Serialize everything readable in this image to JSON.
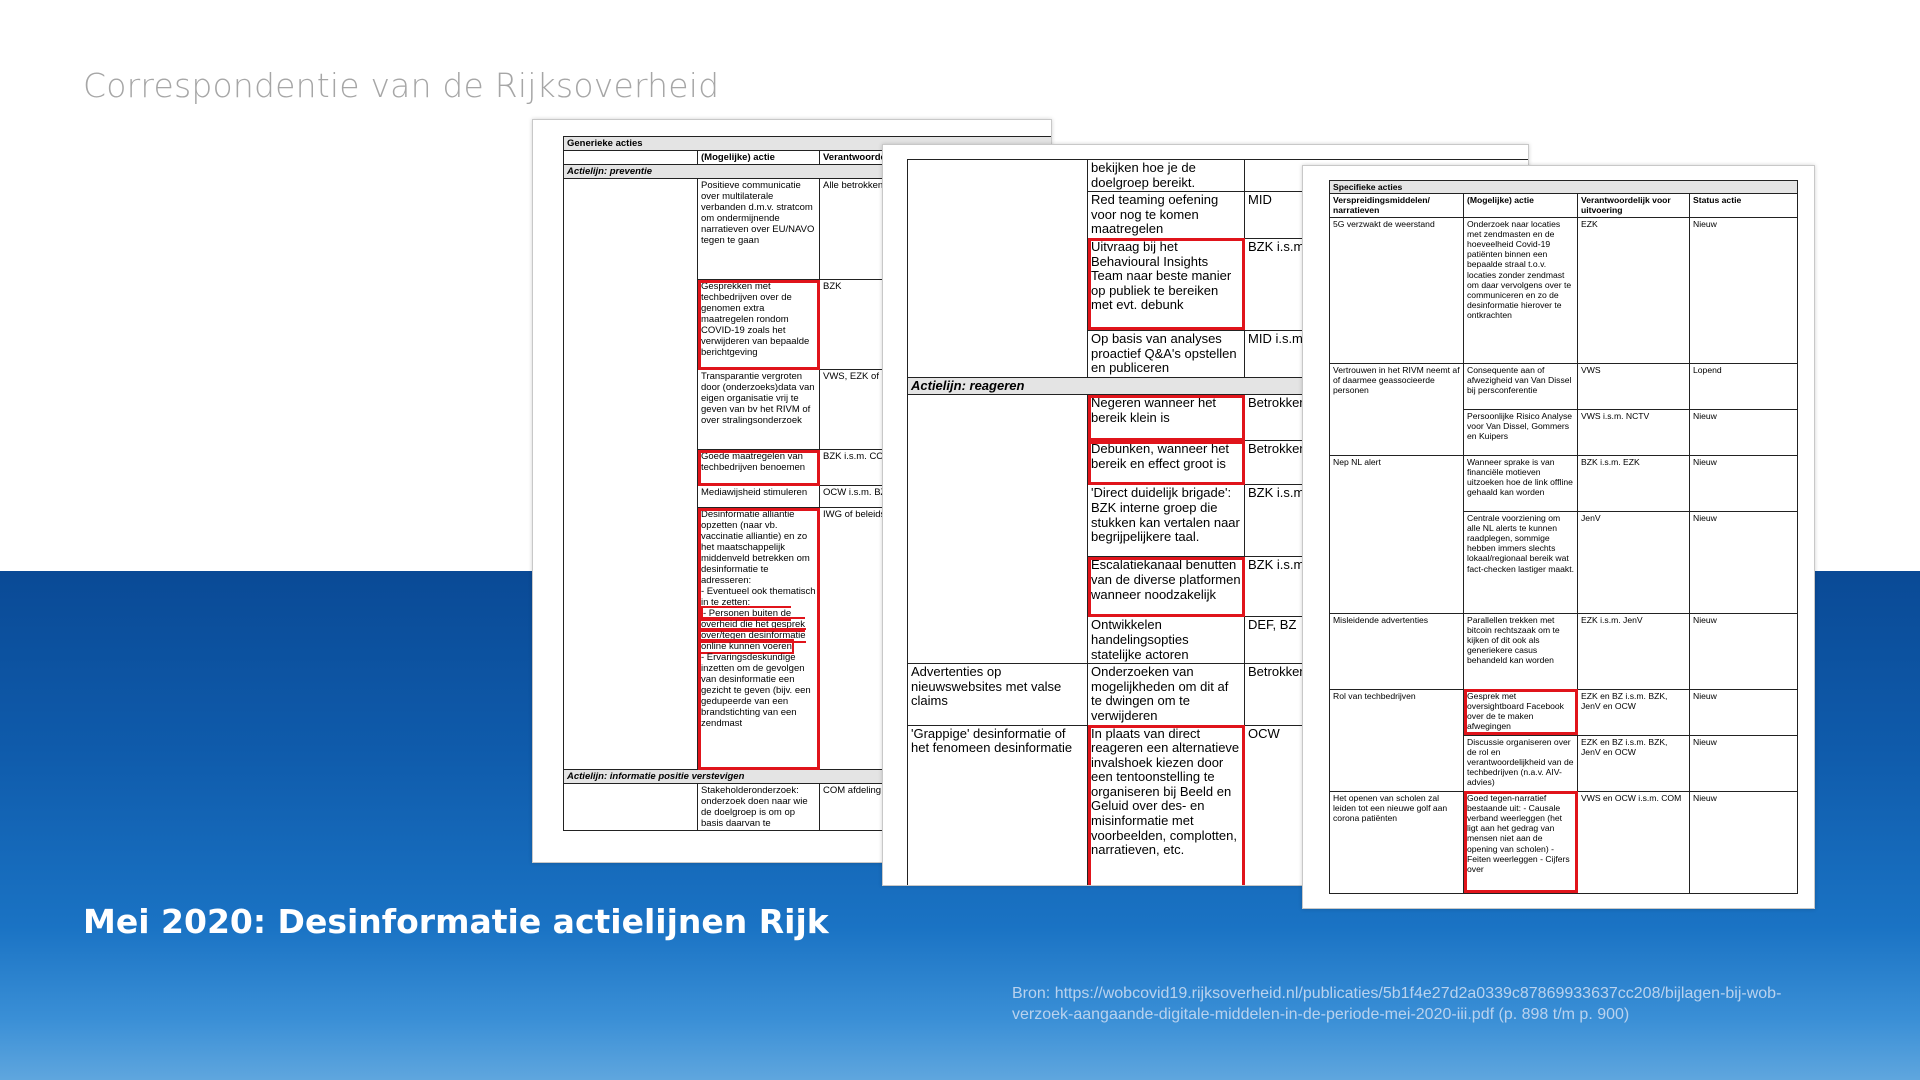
{
  "header": {
    "overline": "Correspondentie van de Rijksoverheid"
  },
  "footer": {
    "title": "Mei 2020: Desinformatie actielijnen Rijk",
    "source": "Bron: https://wobcovid19.rijksoverheid.nl/publicaties/5b1f4e27d2a0339c87869933637cc208/bijlagen-bij-wob-verzoek-aangaande-digitale-middelen-in-de-periode-mei-2020-iii.pdf (p. 898 t/m p. 900)"
  },
  "doc1": {
    "heading": "Generieke acties",
    "col_action": "(Mogelijke) actie",
    "col_resp": "Verantwoordelijk voor uitvoering",
    "section1": "Actielijn: preventie",
    "rows": [
      {
        "action": "Positieve communicatie over multilaterale verbanden d.m.v. stratcom om ondermijnende narratieven over EU/NAVO tegen te gaan",
        "resp": "Alle betrokken departementen"
      },
      {
        "action": "Gesprekken met techbedrijven over de genomen extra maatregelen rondom COVID-19 zoals het verwijderen van bepaalde berichtgeving",
        "resp": "BZK"
      },
      {
        "action": "Transparantie vergroten door (onderzoeks)data van eigen organisatie vrij te geven van bv het RIVM of over stralingsonderzoek",
        "resp": "VWS, EZK of betrokken departement"
      },
      {
        "action": "Goede maatregelen van techbedrijven benoemen",
        "resp": "BZK i.s.m. COM"
      },
      {
        "action": "Mediawijsheid stimuleren",
        "resp": "OCW i.s.m. BZK"
      }
    ],
    "big": {
      "part1": "Desinformatie alliantie opzetten (naar vb. vaccinatie alliantie) en zo het maatschappelijk middenveld betrekken om desinformatie te adresseren:",
      "part2": "- Eventueel ook thematisch in te zetten:",
      "part3": "- Personen buiten de overheid die het gesprek over/tegen desinformatie online kunnen voeren",
      "part4": "- Ervaringsdeskundige inzetten om de gevolgen van desinformatie een gezicht te geven (bijv. een gedupeerde van een brandstichting van een zendmast",
      "resp": "IWG of beleidsverantwoordelijk departement"
    },
    "section2": "Actielijn: informatie positie verstevigen",
    "last": {
      "action": "Stakeholderonderzoek: onderzoek doen naar wie de doelgroep is om op basis daarvan te",
      "resp": "COM afdeling"
    }
  },
  "doc2": {
    "rows_top": [
      {
        "action": "bekijken hoe je de doelgroep bereikt.",
        "resp": ""
      },
      {
        "action": "Red teaming oefening voor nog te komen maatregelen",
        "resp": "MID"
      },
      {
        "action": "Uitvraag bij het Behavioural Insights Team naar beste manier op publiek te bereiken met evt. debunk",
        "resp": "BZK i.s.m."
      },
      {
        "action": "Op basis van analyses proactief Q&A's opstellen en publiceren",
        "resp": "MID i.s.m. departement"
      }
    ],
    "section": "Actielijn: reageren",
    "rows_react": [
      {
        "action": "Negeren wanneer het bereik klein is",
        "resp": "Betrokken departement COM"
      },
      {
        "action": "Debunken, wanneer het bereik en effect groot is",
        "resp": "Betrokken departement COM"
      },
      {
        "action": "'Direct duidelijk brigade': BZK interne groep die stukken kan vertalen naar begrijpelijkere taal.",
        "resp": "BZK i.s.m. departement"
      },
      {
        "action": "Escalatiekanaal benutten van de diverse platformen wanneer noodzakelijk",
        "resp": "BZK i.s.m. departement"
      },
      {
        "action": "Ontwikkelen handelingsopties statelijke actoren",
        "resp": "DEF, BZ"
      }
    ],
    "ads": {
      "label": "Advertenties op nieuwswebsites met valse claims",
      "action": "Onderzoeken van mogelijkheden om dit af te dwingen om te verwijderen",
      "resp": "Betrokken departement OCW en"
    },
    "grappige": {
      "label": "'Grappige' desinformatie of het fenomeen desinformatie",
      "action": "In plaats van direct reageren een alternatieve invalshoek kiezen door een tentoonstelling te organiseren bij Beeld en Geluid over des- en misinformatie met voorbeelden, complotten, narratieven, etc.",
      "resp": "OCW"
    }
  },
  "doc3": {
    "heading": "Specifieke acties",
    "col1": "Verspreidingsmiddelen/ narratieven",
    "col2": "(Mogelijke) actie",
    "col3": "Verantwoordelijk voor uitvoering",
    "col4": "Status actie",
    "rows": [
      {
        "narr": "5G verzwakt de weerstand",
        "action": "Onderzoek naar locaties met zendmasten en de hoeveelheid Covid-19 patiënten binnen een bepaalde straal t.o.v. locaties zonder zendmast om daar vervolgens over te communiceren en zo de desinformatie hierover te ontkrachten",
        "resp": "EZK",
        "status": "Nieuw"
      },
      {
        "narr": "Vertrouwen in het RIVM neemt af of daarmee geassocieerde personen",
        "action": "Consequente aan of afwezigheid van Van Dissel bij persconferentie",
        "resp": "VWS",
        "status": "Lopend"
      },
      {
        "narr": "",
        "action": "Persoonlijke Risico Analyse voor Van Dissel, Gommers en Kuipers",
        "resp": "VWS i.s.m. NCTV",
        "status": "Nieuw"
      },
      {
        "narr": "Nep NL alert",
        "action": "Wanneer sprake is van financiële motieven uitzoeken hoe de link offline gehaald kan worden",
        "resp": "BZK i.s.m. EZK",
        "status": "Nieuw"
      },
      {
        "narr": "",
        "action": "Centrale voorziening om alle NL alerts te kunnen raadplegen, sommige hebben immers slechts lokaal/regionaal bereik wat fact-checken lastiger maakt.",
        "resp": "JenV",
        "status": "Nieuw"
      },
      {
        "narr": "Misleidende advertenties",
        "action": "Parallellen trekken met bitcoin rechtszaak om te kijken of dit ook als generiekere casus behandeld kan worden",
        "resp": "EZK i.s.m. JenV",
        "status": "Nieuw"
      },
      {
        "narr": "Rol van techbedrijven",
        "action": "Gesprek met oversightboard Facebook over de te maken afwegingen",
        "resp": "EZK en BZ i.s.m. BZK, JenV en OCW",
        "status": "Nieuw"
      },
      {
        "narr": "",
        "action": "Discussie organiseren over de rol en verantwoordelijkheid van de techbedrijven (n.a.v. AIV-advies)",
        "resp": "EZK en BZ i.s.m. BZK, JenV en OCW",
        "status": "Nieuw"
      },
      {
        "narr": "Het openen van scholen zal leiden tot een nieuwe golf aan corona patiënten",
        "action": "Goed tegen-narratief bestaande uit: - Causale verband weerleggen (het ligt aan het gedrag van mensen niet aan de opening van scholen) - Feiten weerleggen - Cijfers over",
        "resp": "VWS en OCW i.s.m. COM",
        "status": "Nieuw"
      }
    ]
  }
}
